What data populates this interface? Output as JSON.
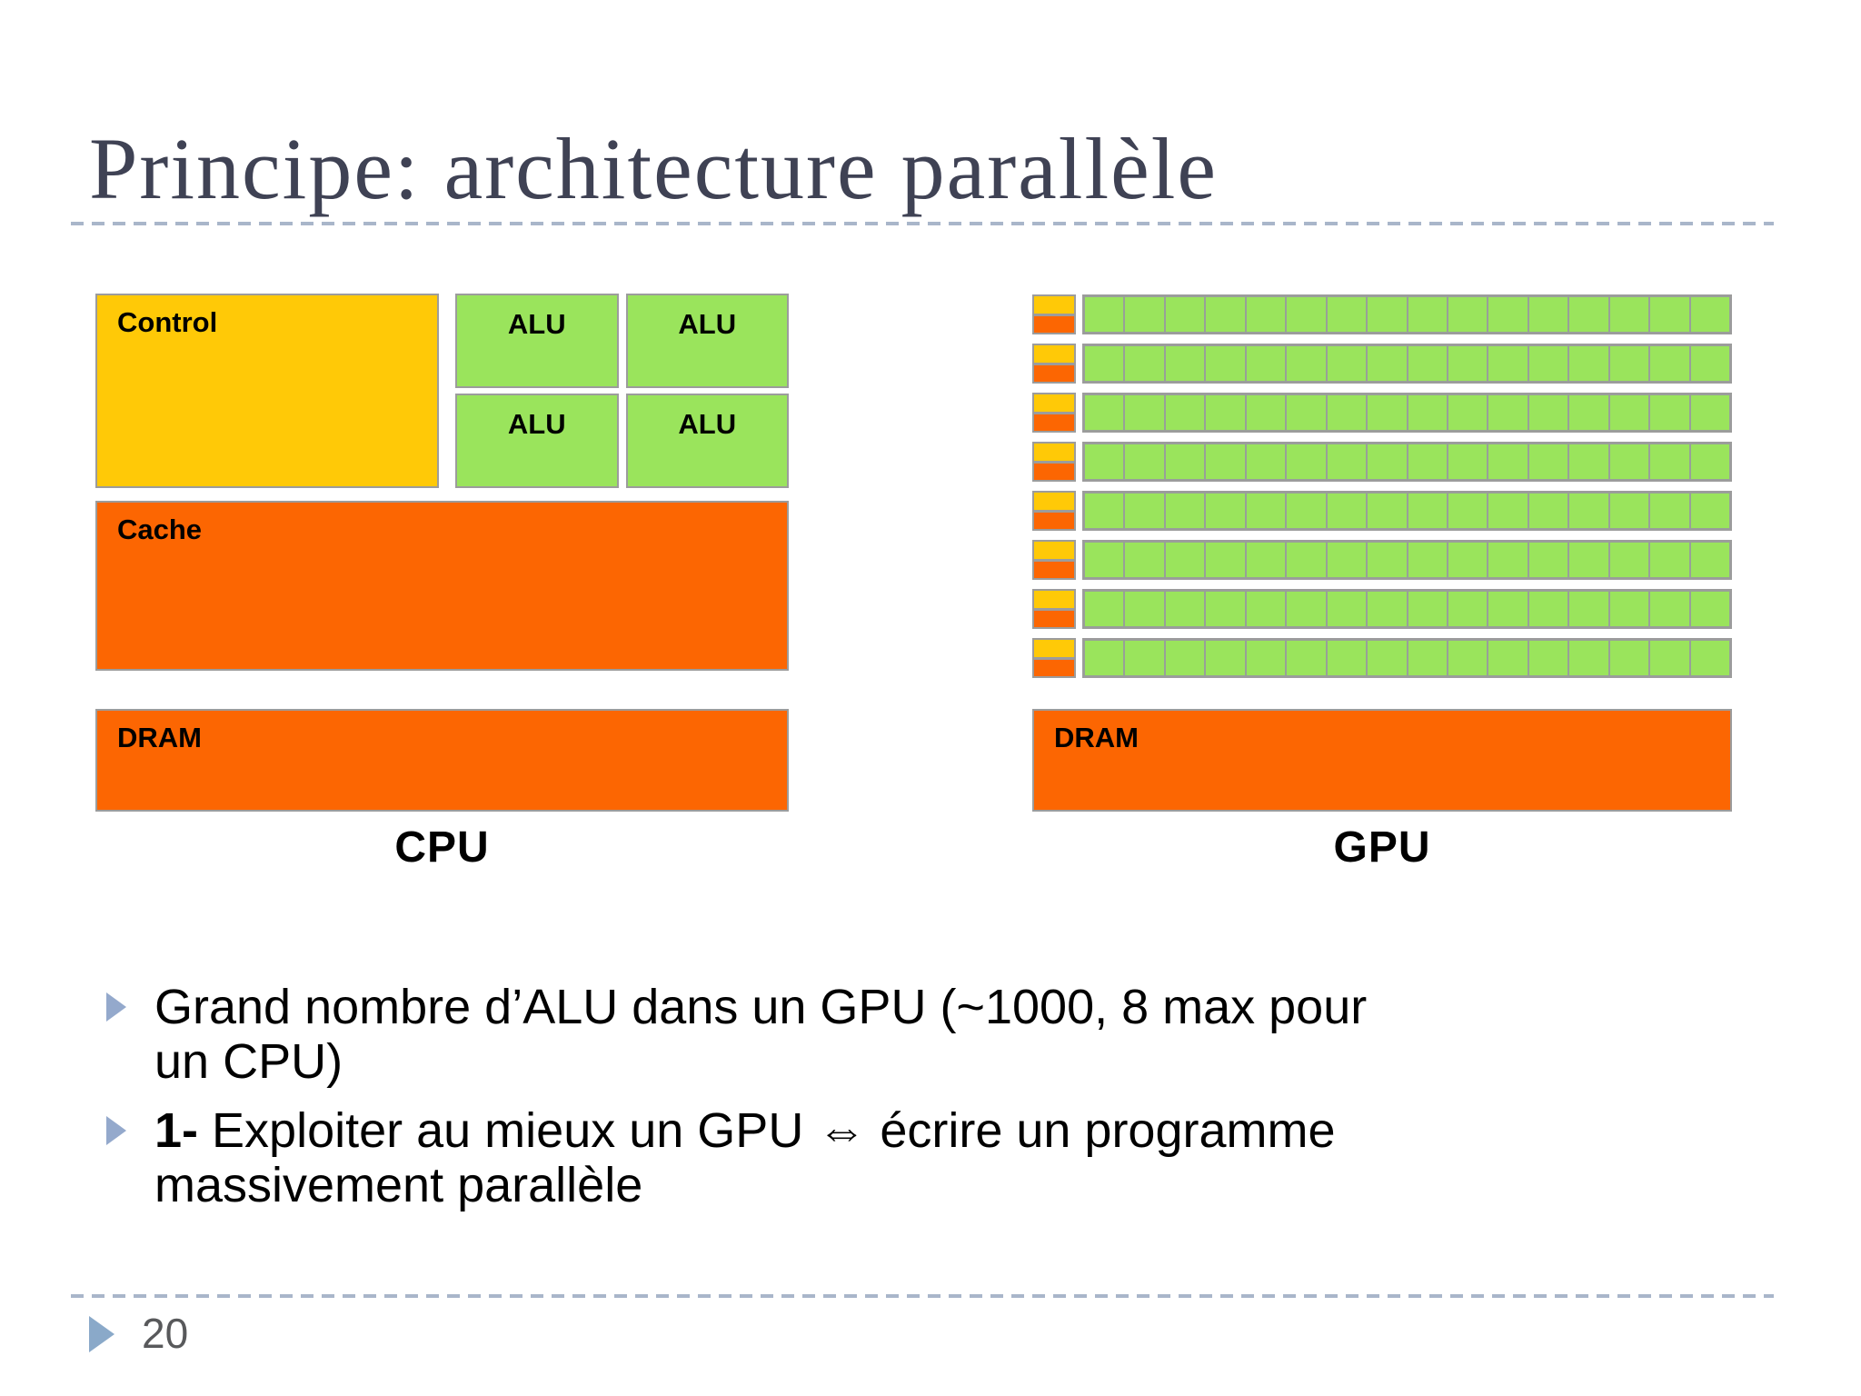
{
  "slide": {
    "title": "Principe: architecture parallèle",
    "page_number": "20"
  },
  "cpu": {
    "caption": "CPU",
    "control_label": "Control",
    "alu_label": "ALU",
    "alu_count": 4,
    "cache_label": "Cache",
    "dram_label": "DRAM"
  },
  "gpu": {
    "caption": "GPU",
    "dram_label": "DRAM",
    "row_count": 8,
    "cells_per_row": 16
  },
  "bullets": [
    {
      "bold_prefix": "",
      "text": "Grand nombre d’ALU dans un GPU (~1000, 8 max pour un CPU)"
    },
    {
      "bold_prefix": "1-",
      "text": " Exploiter au mieux un GPU ⇔ écrire un programme massivement parallèle"
    }
  ],
  "icons": {
    "bullet_marker": "right-triangle",
    "footer_marker": "right-triangle"
  },
  "colors": {
    "title_text": "#3f4254",
    "gold": "#ffc907",
    "green": "#9ae45c",
    "orange": "#fc6602",
    "box_border": "#9c9c9c",
    "cell_border": "#98a098",
    "dashed_line": "#a9b6ca",
    "bullet_marker": "#94a9cc",
    "footer_marker": "#8aa9c9",
    "page_number_text": "#58595b",
    "body_text": "#000000"
  }
}
